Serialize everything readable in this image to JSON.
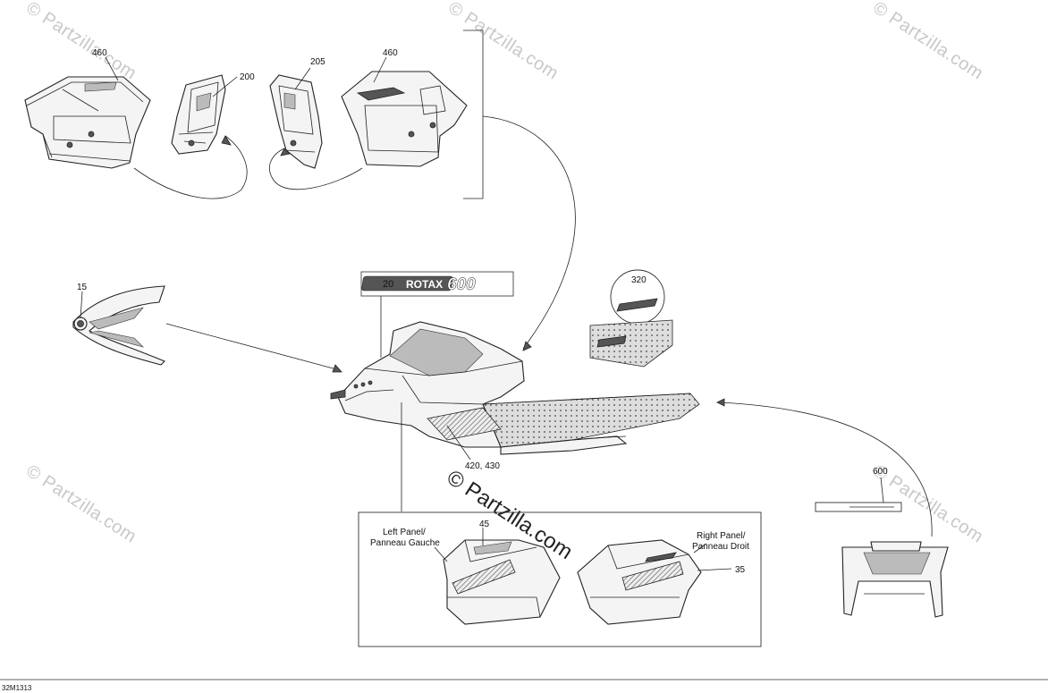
{
  "watermark": {
    "text": "© Partzilla.com",
    "center_text": "© Partzilla.com"
  },
  "callouts": {
    "c460_left": "460",
    "c200": "200",
    "c205": "205",
    "c460_right": "460",
    "c15": "15",
    "c20": "20",
    "c320": "320",
    "c420_430": "420, 430",
    "c600": "600",
    "c45": "45",
    "c35": "35"
  },
  "decals": {
    "rotax_word": "ROTAX",
    "rotax_number": "600"
  },
  "panels": {
    "left_line1": "Left Panel/",
    "left_line2": "Panneau Gauche",
    "right_line1": "Right Panel/",
    "right_line2": "Panneau Droit"
  },
  "footer": {
    "drawing_code": "32M1313"
  }
}
